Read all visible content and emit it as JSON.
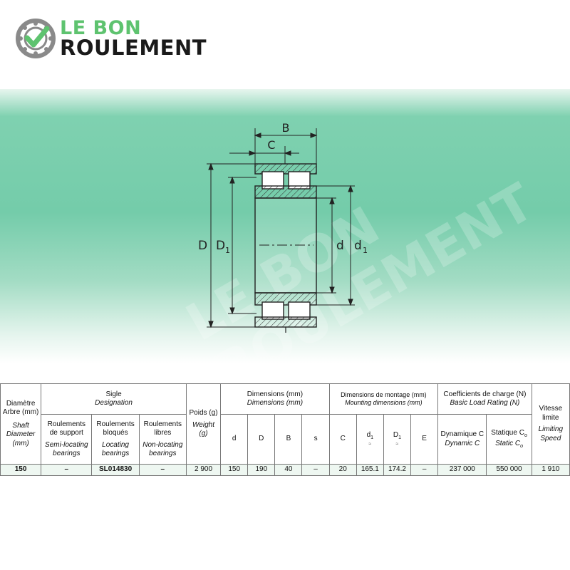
{
  "brand": {
    "line1": "LE BON",
    "line2": "ROULEMENT",
    "accent_color": "#5ec36f",
    "icon": "bearing-check-icon"
  },
  "drawing": {
    "labels": {
      "B": "B",
      "C": "C",
      "D": "D",
      "D1": "D",
      "D1_sub": "1",
      "d": "d",
      "d1": "d",
      "d1_sub": "1"
    },
    "watermark_line1": "LE BON",
    "watermark_line2": "ROULEMENT"
  },
  "table": {
    "col_diam_fr": "Diamètre Arbre (mm)",
    "col_diam_en": "Shaft Diameter (mm)",
    "col_sigle_fr": "Sigle",
    "col_sigle_en": "Designation",
    "col_support_fr": "Roulements de support",
    "col_support_en": "Semi-locating bearings",
    "col_bloques_fr": "Roulements bloqués",
    "col_bloques_en": "Locating bearings",
    "col_libres_fr": "Roulements libres",
    "col_libres_en": "Non-locating bearings",
    "col_poids_fr": "Poids (g)",
    "col_poids_en": "Weight (g)",
    "col_dims_fr": "Dimensions (mm)",
    "col_dims_en": "Dimensions (mm)",
    "dim_d": "d",
    "dim_D": "D",
    "dim_B": "B",
    "dim_s": "s",
    "col_montage_fr": "Dimensions de montage (mm)",
    "col_montage_en": "Mounting dimensions (mm)",
    "mnt_C": "C",
    "mnt_d1": "d",
    "mnt_d1_sub": "1",
    "mnt_D1": "D",
    "mnt_D1_sub": "1",
    "mnt_mark": "≈",
    "mnt_E": "E",
    "col_charge_fr": "Coefficients de charge (N)",
    "col_charge_en": "Basic Load Rating (N)",
    "dyn_fr": "Dynamique C",
    "dyn_en": "Dynamic C",
    "stat_fr": "Statique C",
    "stat_en": "Static C",
    "stat_sub": "o",
    "col_vitesse_fr": "Vitesse limite",
    "col_vitesse_en": "Limiting Speed",
    "row": {
      "diam": "150",
      "support": "–",
      "bloques": "SL014830",
      "libres": "–",
      "poids": "2 900",
      "d": "150",
      "D": "190",
      "B": "40",
      "s": "–",
      "C": "20",
      "d1": "165.1",
      "D1": "174.2",
      "E": "–",
      "dyn": "237 000",
      "stat": "550 000",
      "vitesse": "1 910"
    }
  }
}
